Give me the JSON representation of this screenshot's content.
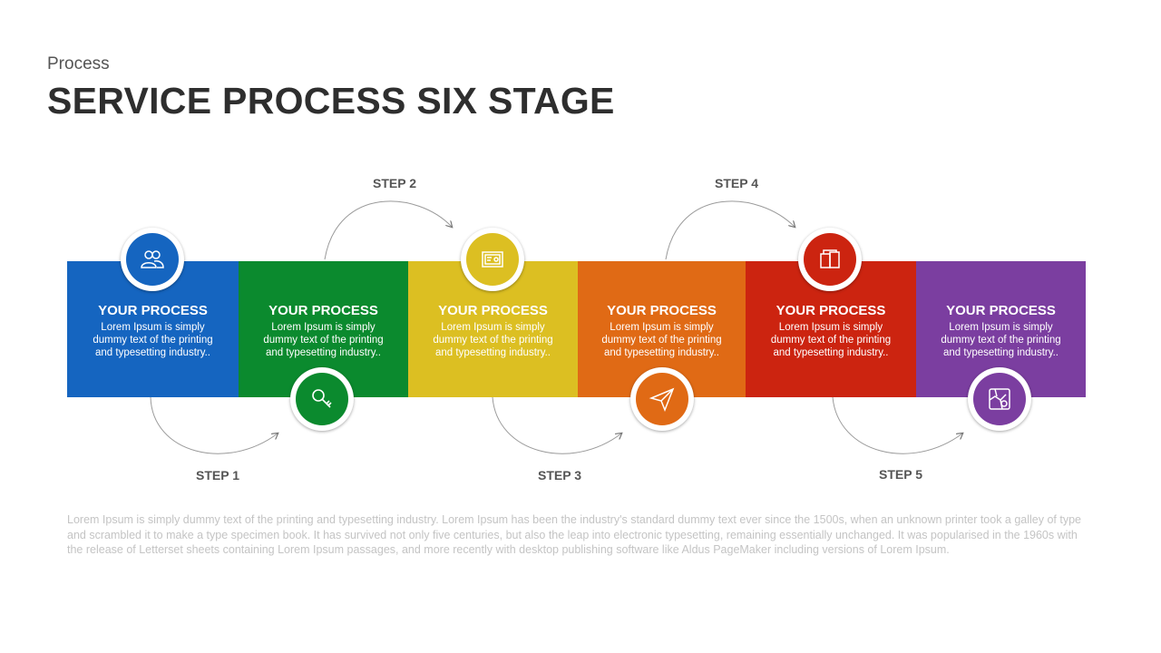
{
  "header": {
    "subtitle": "Process",
    "title": "SERVICE PROCESS SIX STAGE"
  },
  "steps": [
    "STEP 1",
    "STEP 2",
    "STEP 3",
    "STEP 4",
    "STEP 5"
  ],
  "blocks": [
    {
      "heading": "YOUR PROCESS",
      "text": "Lorem Ipsum is simply dummy text of the printing and typesetting industry..",
      "color": "#1565c0",
      "icon": "users-icon"
    },
    {
      "heading": "YOUR PROCESS",
      "text": "Lorem Ipsum is simply dummy text of the printing and typesetting industry..",
      "color": "#0b8a2e",
      "icon": "key-icon"
    },
    {
      "heading": "YOUR PROCESS",
      "text": "Lorem Ipsum is simply dummy text of the printing and typesetting industry..",
      "color": "#dcbf22",
      "icon": "certificate-icon"
    },
    {
      "heading": "YOUR PROCESS",
      "text": "Lorem Ipsum is simply dummy text of the printing and typesetting industry..",
      "color": "#e06a15",
      "icon": "paper-plane-icon"
    },
    {
      "heading": "YOUR PROCESS",
      "text": "Lorem Ipsum is simply dummy text of the printing and typesetting industry..",
      "color": "#cc2410",
      "icon": "documents-icon"
    },
    {
      "heading": "YOUR PROCESS",
      "text": "Lorem Ipsum is simply dummy text of the printing and typesetting industry..",
      "color": "#7b3ea0",
      "icon": "map-icon"
    }
  ],
  "footer": "Lorem Ipsum is simply dummy text of the printing and typesetting industry. Lorem Ipsum has been the industry's standard dummy text ever since the 1500s, when an unknown printer took a galley of type and scrambled it to make a type specimen book. It has survived not only five centuries, but also the leap into electronic typesetting, remaining essentially unchanged. It was popularised in the 1960s with the release of Letterset sheets containing Lorem Ipsum passages, and more recently with desktop publishing software like Aldus PageMaker including versions of Lorem Ipsum."
}
